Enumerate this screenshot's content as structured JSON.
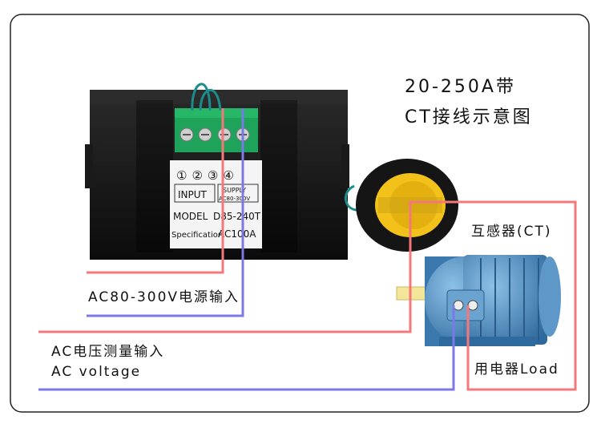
{
  "title": {
    "line1": "20-250A带",
    "line2": "CT接线示意图"
  },
  "meter": {
    "terminal_numbers": [
      "①",
      "②",
      "③",
      "④"
    ],
    "input_label": "INPUT",
    "supply_label": "SUPPLY",
    "supply_range": "AC80-300V",
    "model_label": "MODEL",
    "model_value": "D85-240T",
    "spec_label": "Specification",
    "spec_value": "AC100A"
  },
  "labels": {
    "power_input": "AC80-300V电源输入",
    "ct": "互感器(CT)",
    "voltage_measure_cn": "AC电压测量输入",
    "voltage_measure_en": "AC voltage",
    "load": "用电器Load"
  },
  "colors": {
    "live_wire": "#f4787b",
    "neutral_wire": "#7b78e8",
    "terminal_block": "#1fa25a",
    "meter_body": "#141414",
    "ct_ring_outer": "#151515",
    "ct_ring_inner": "#f2c21a",
    "motor": "#4a86b8",
    "frame_border": "#222222"
  }
}
